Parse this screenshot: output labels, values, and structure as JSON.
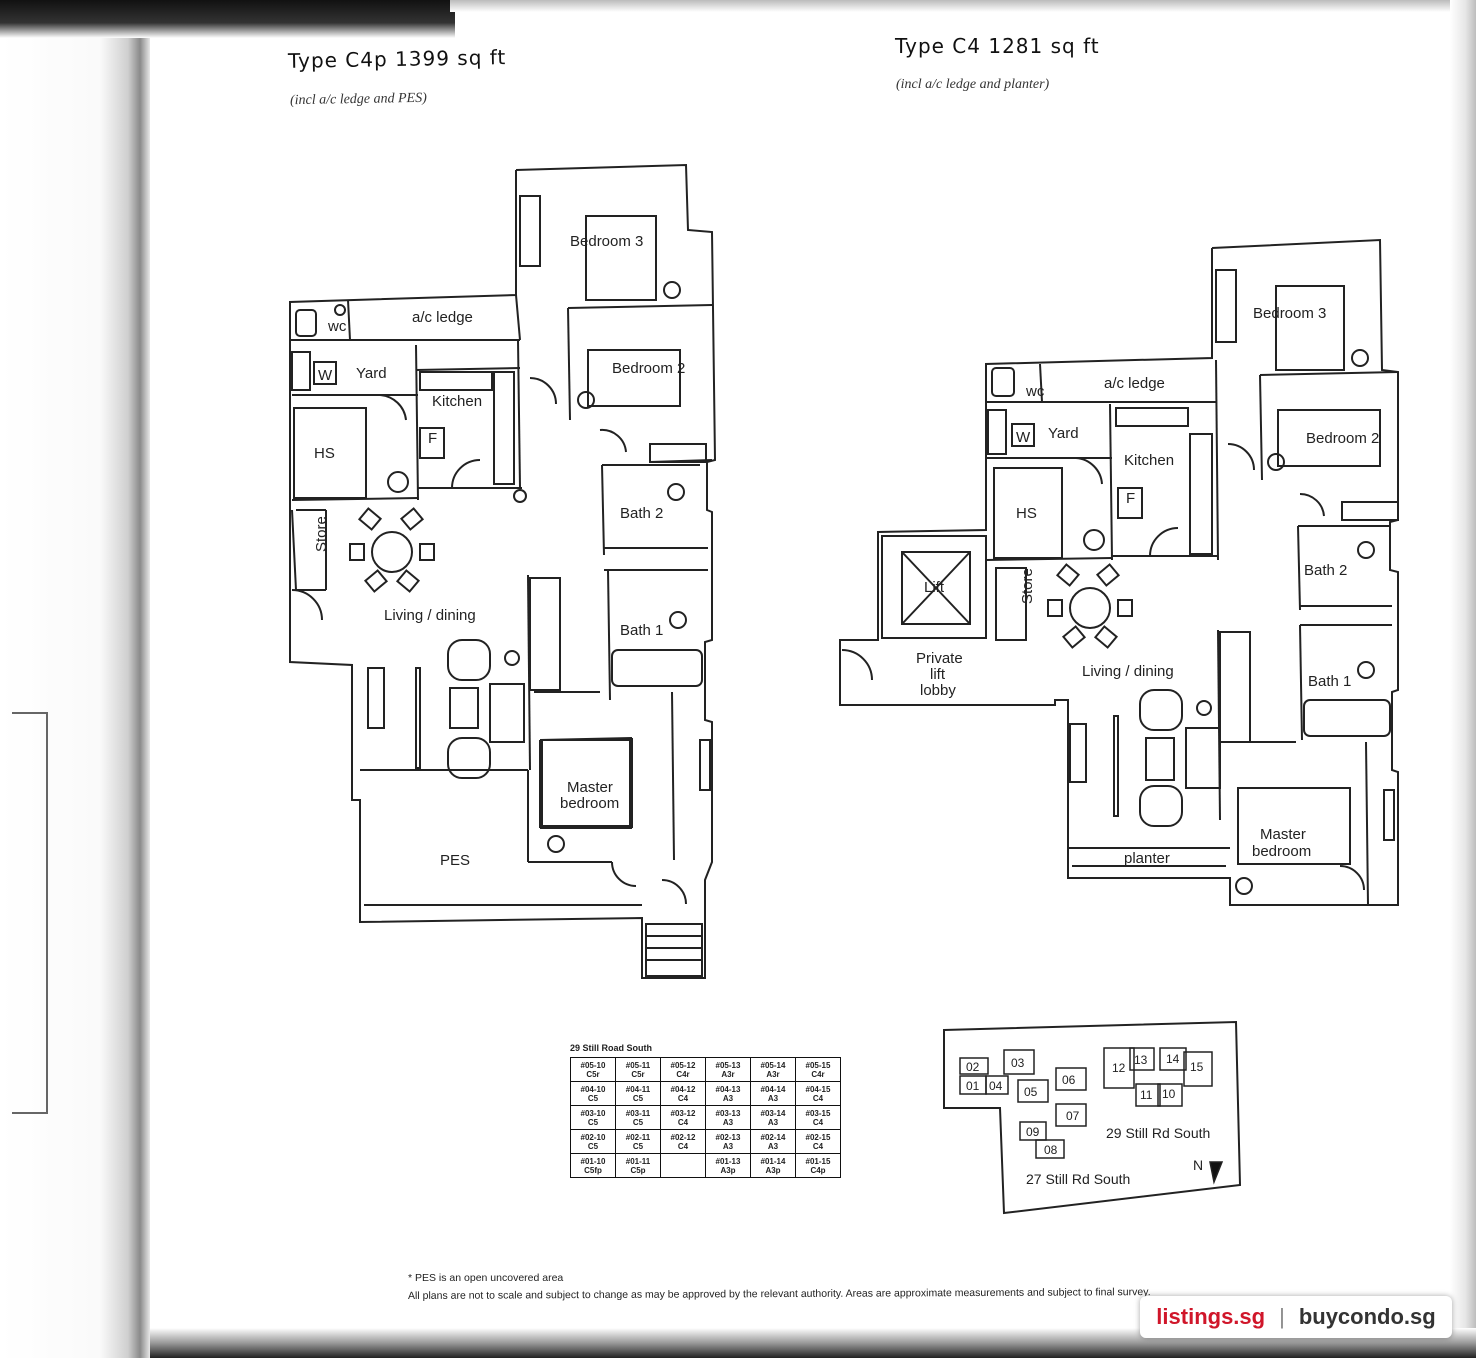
{
  "plan_left": {
    "title": "Type C4p 1399 sq ft",
    "subtitle": "(incl a/c ledge and PES)",
    "rooms": {
      "bedroom3": "Bedroom 3",
      "ac_ledge": "a/c ledge",
      "wc": "wc",
      "washer": "W",
      "yard": "Yard",
      "bedroom2": "Bedroom 2",
      "kitchen": "Kitchen",
      "fridge": "F",
      "hs": "HS",
      "bath2": "Bath 2",
      "store": "Store",
      "living": "Living / dining",
      "bath1": "Bath 1",
      "master": "Master",
      "master2": "bedroom",
      "pes": "PES"
    }
  },
  "plan_right": {
    "title": "Type C4 1281 sq ft",
    "subtitle": "(incl a/c ledge and planter)",
    "rooms": {
      "bedroom3": "Bedroom 3",
      "ac_ledge": "a/c ledge",
      "wc": "wc",
      "washer": "W",
      "yard": "Yard",
      "bedroom2": "Bedroom 2",
      "kitchen": "Kitchen",
      "fridge": "F",
      "hs": "HS",
      "lift": "Lift",
      "bath2": "Bath 2",
      "store": "Store",
      "living": "Living / dining",
      "lobby1": "Private",
      "lobby2": "lift",
      "lobby3": "lobby",
      "bath1": "Bath 1",
      "master": "Master",
      "master2": "bedroom",
      "planter": "planter"
    }
  },
  "unit_table": {
    "title": "29 Still Road South",
    "rows": [
      [
        [
          "#05-10",
          "C5r"
        ],
        [
          "#05-11",
          "C5r"
        ],
        [
          "#05-12",
          "C4r"
        ],
        [
          "#05-13",
          "A3r"
        ],
        [
          "#05-14",
          "A3r"
        ],
        [
          "#05-15",
          "C4r"
        ]
      ],
      [
        [
          "#04-10",
          "C5"
        ],
        [
          "#04-11",
          "C5"
        ],
        [
          "#04-12",
          "C4"
        ],
        [
          "#04-13",
          "A3"
        ],
        [
          "#04-14",
          "A3"
        ],
        [
          "#04-15",
          "C4"
        ]
      ],
      [
        [
          "#03-10",
          "C5"
        ],
        [
          "#03-11",
          "C5"
        ],
        [
          "#03-12",
          "C4"
        ],
        [
          "#03-13",
          "A3"
        ],
        [
          "#03-14",
          "A3"
        ],
        [
          "#03-15",
          "C4"
        ]
      ],
      [
        [
          "#02-10",
          "C5"
        ],
        [
          "#02-11",
          "C5"
        ],
        [
          "#02-12",
          "C4"
        ],
        [
          "#02-13",
          "A3"
        ],
        [
          "#02-14",
          "A3"
        ],
        [
          "#02-15",
          "C4"
        ]
      ],
      [
        [
          "#01-10",
          "C5fp"
        ],
        [
          "#01-11",
          "C5p"
        ],
        [
          "",
          ""
        ],
        [
          "#01-13",
          "A3p"
        ],
        [
          "#01-14",
          "A3p"
        ],
        [
          "#01-15",
          "C4p"
        ]
      ]
    ]
  },
  "site_plan": {
    "blocks_27": [
      "01",
      "02",
      "03",
      "04",
      "05",
      "06",
      "07",
      "08",
      "09"
    ],
    "blocks_29": [
      "10",
      "11",
      "12",
      "13",
      "14",
      "15"
    ],
    "label_29": "29 Still Rd South",
    "label_27": "27 Still Rd South",
    "north": "N"
  },
  "footnotes": {
    "pes_note": "* PES is an open uncovered area",
    "disclaimer": "All plans are not to scale and subject to change as may be approved by the relevant authority. Areas are approximate measurements and subject to final survey."
  },
  "watermark": {
    "site1": "listings.sg",
    "sep": "|",
    "site2": "buycondo.sg"
  }
}
